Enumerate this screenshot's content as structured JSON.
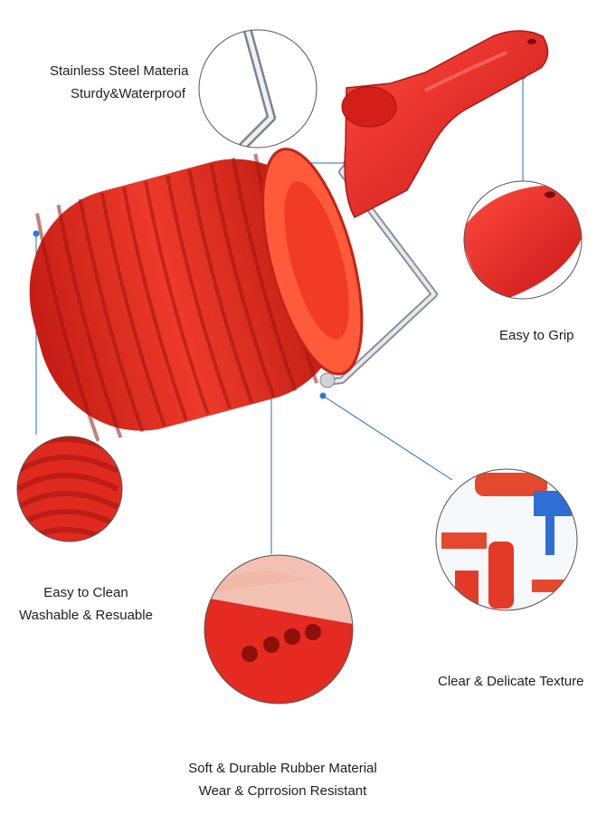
{
  "image": {
    "subject": "red rubber texture paint roller with steel handle",
    "colors": {
      "rubber": "#e32b22",
      "rubber_dark": "#a8150f",
      "handle": "#e5262a",
      "steel": "#c8ccd2",
      "callout_line": "#1f6fbf"
    }
  },
  "captions": {
    "steel": {
      "line1": "Stainless Steel Materia",
      "line2": "Sturdy&Waterproof"
    },
    "grip": {
      "line1": "Easy to Grip"
    },
    "clean": {
      "line1": "Easy to Clean",
      "line2": "Washable & Resuable"
    },
    "texture": {
      "line1": "Clear & Delicate Texture"
    },
    "rubber": {
      "line1": "Soft & Durable Rubber Material",
      "line2": "Wear & Cprrosion Resistant"
    }
  }
}
